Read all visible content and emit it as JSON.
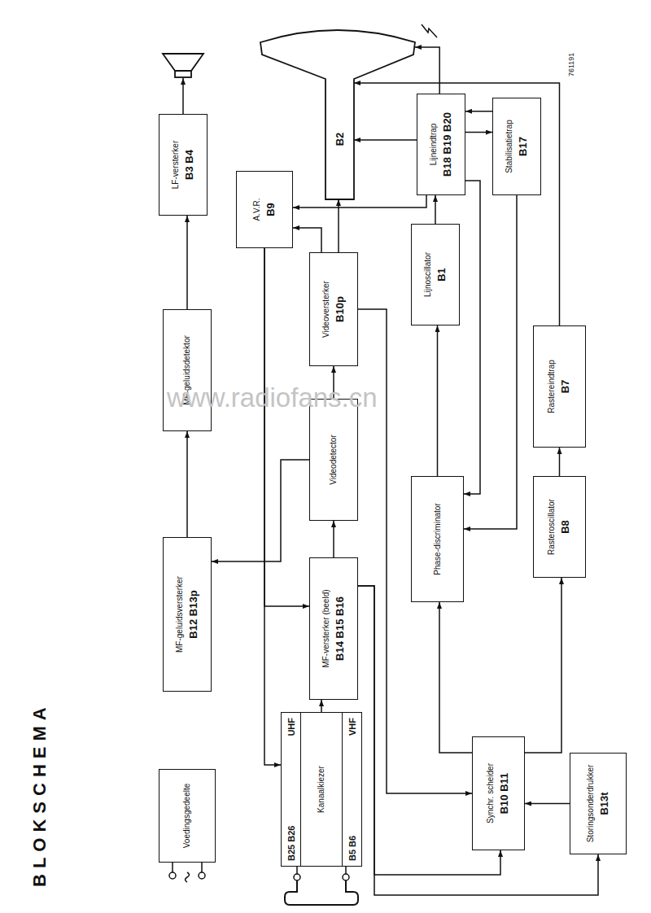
{
  "diagram": {
    "title": "BLOKSCHEMA",
    "nodes": [
      {
        "text": [
          "Voedingsgedeelte"
        ]
      },
      {
        "text": [
          "Kanaalkiezer"
        ]
      },
      {
        "text": [
          "B25 B26",
          "UHF"
        ],
        "in": 1
      },
      {
        "text": [
          "B5 B6",
          "VHF"
        ],
        "in": 1
      },
      {
        "text": [
          "MF-geluidsversterker",
          "B12 B13p"
        ]
      },
      {
        "text": [
          "MF-versterker (beeld)",
          "B14 B15 B16"
        ]
      },
      {
        "text": [
          "Synchr. scheider",
          "B10 B11"
        ]
      },
      {
        "text": [
          "Storingsonderdrukker",
          "B13t"
        ]
      },
      {
        "text": [
          "Phase-discriminator"
        ]
      },
      {
        "text": [
          "Rasteroscillator",
          "B8"
        ]
      },
      {
        "text": [
          "Videodetector"
        ]
      },
      {
        "text": [
          "MF-geluidsdetektor"
        ]
      },
      {
        "text": [
          "Rastereindtrap",
          "B7"
        ]
      },
      {
        "text": [
          "Videoversterker",
          "B10p"
        ]
      },
      {
        "text": [
          "Lijnoscillator",
          "B1"
        ]
      },
      {
        "text": [
          "A.V.R.",
          "B9"
        ]
      },
      {
        "text": [
          "LF-versterker",
          "B3 B4"
        ]
      },
      {
        "text": [
          "Lijneindtrap",
          "B18 B19 B20"
        ]
      },
      {
        "text": [
          "Stabilisatietrap",
          "B17"
        ]
      },
      {
        "text": [
          "B2"
        ]
      }
    ],
    "edges": [
      {
        "from": 1,
        "to": 5,
        "arrow": "to"
      },
      {
        "from": 5,
        "to": 10,
        "arrow": "to"
      },
      {
        "from": 10,
        "to": 13,
        "arrow": "to"
      },
      {
        "from": 13,
        "to": 19,
        "arrow": "to"
      },
      {
        "from": 10,
        "to": 4,
        "arrow": "to"
      },
      {
        "from": 4,
        "to": 11,
        "arrow": "to"
      },
      {
        "from": 11,
        "to": 16,
        "arrow": "to"
      },
      {
        "from": 13,
        "to": 15,
        "arrow": "to"
      },
      {
        "from": 17,
        "to": 15,
        "arrow": "to"
      },
      {
        "from": 15,
        "to": 1,
        "arrow": "to"
      },
      {
        "from": 15,
        "to": 5,
        "arrow": "to"
      },
      {
        "from": 13,
        "to": 6,
        "arrow": "to"
      },
      {
        "from": 5,
        "to": 6,
        "arrow": "to"
      },
      {
        "from": 5,
        "to": 7,
        "arrow": "to"
      },
      {
        "from": 7,
        "to": 6,
        "arrow": "to"
      },
      {
        "from": 6,
        "to": 8,
        "arrow": "to"
      },
      {
        "from": 6,
        "to": 9,
        "arrow": "to"
      },
      {
        "from": 8,
        "to": 14,
        "arrow": "to"
      },
      {
        "from": 14,
        "to": 17,
        "arrow": "to"
      },
      {
        "from": 17,
        "to": 8,
        "arrow": "to"
      },
      {
        "from": 17,
        "to": 18,
        "arrow": "to"
      },
      {
        "from": 18,
        "to": 17,
        "arrow": "to"
      },
      {
        "from": 18,
        "to": 8,
        "arrow": "to"
      },
      {
        "from": 9,
        "to": 12,
        "arrow": "to"
      },
      {
        "from": 12,
        "to": 19,
        "arrow": "to"
      },
      {
        "from": 17,
        "to": 19,
        "arrow": "to"
      },
      {
        "from": 17,
        "to": 19,
        "arrow": "to"
      }
    ],
    "labels": [
      "761191",
      "www.radiofans.cn"
    ]
  }
}
